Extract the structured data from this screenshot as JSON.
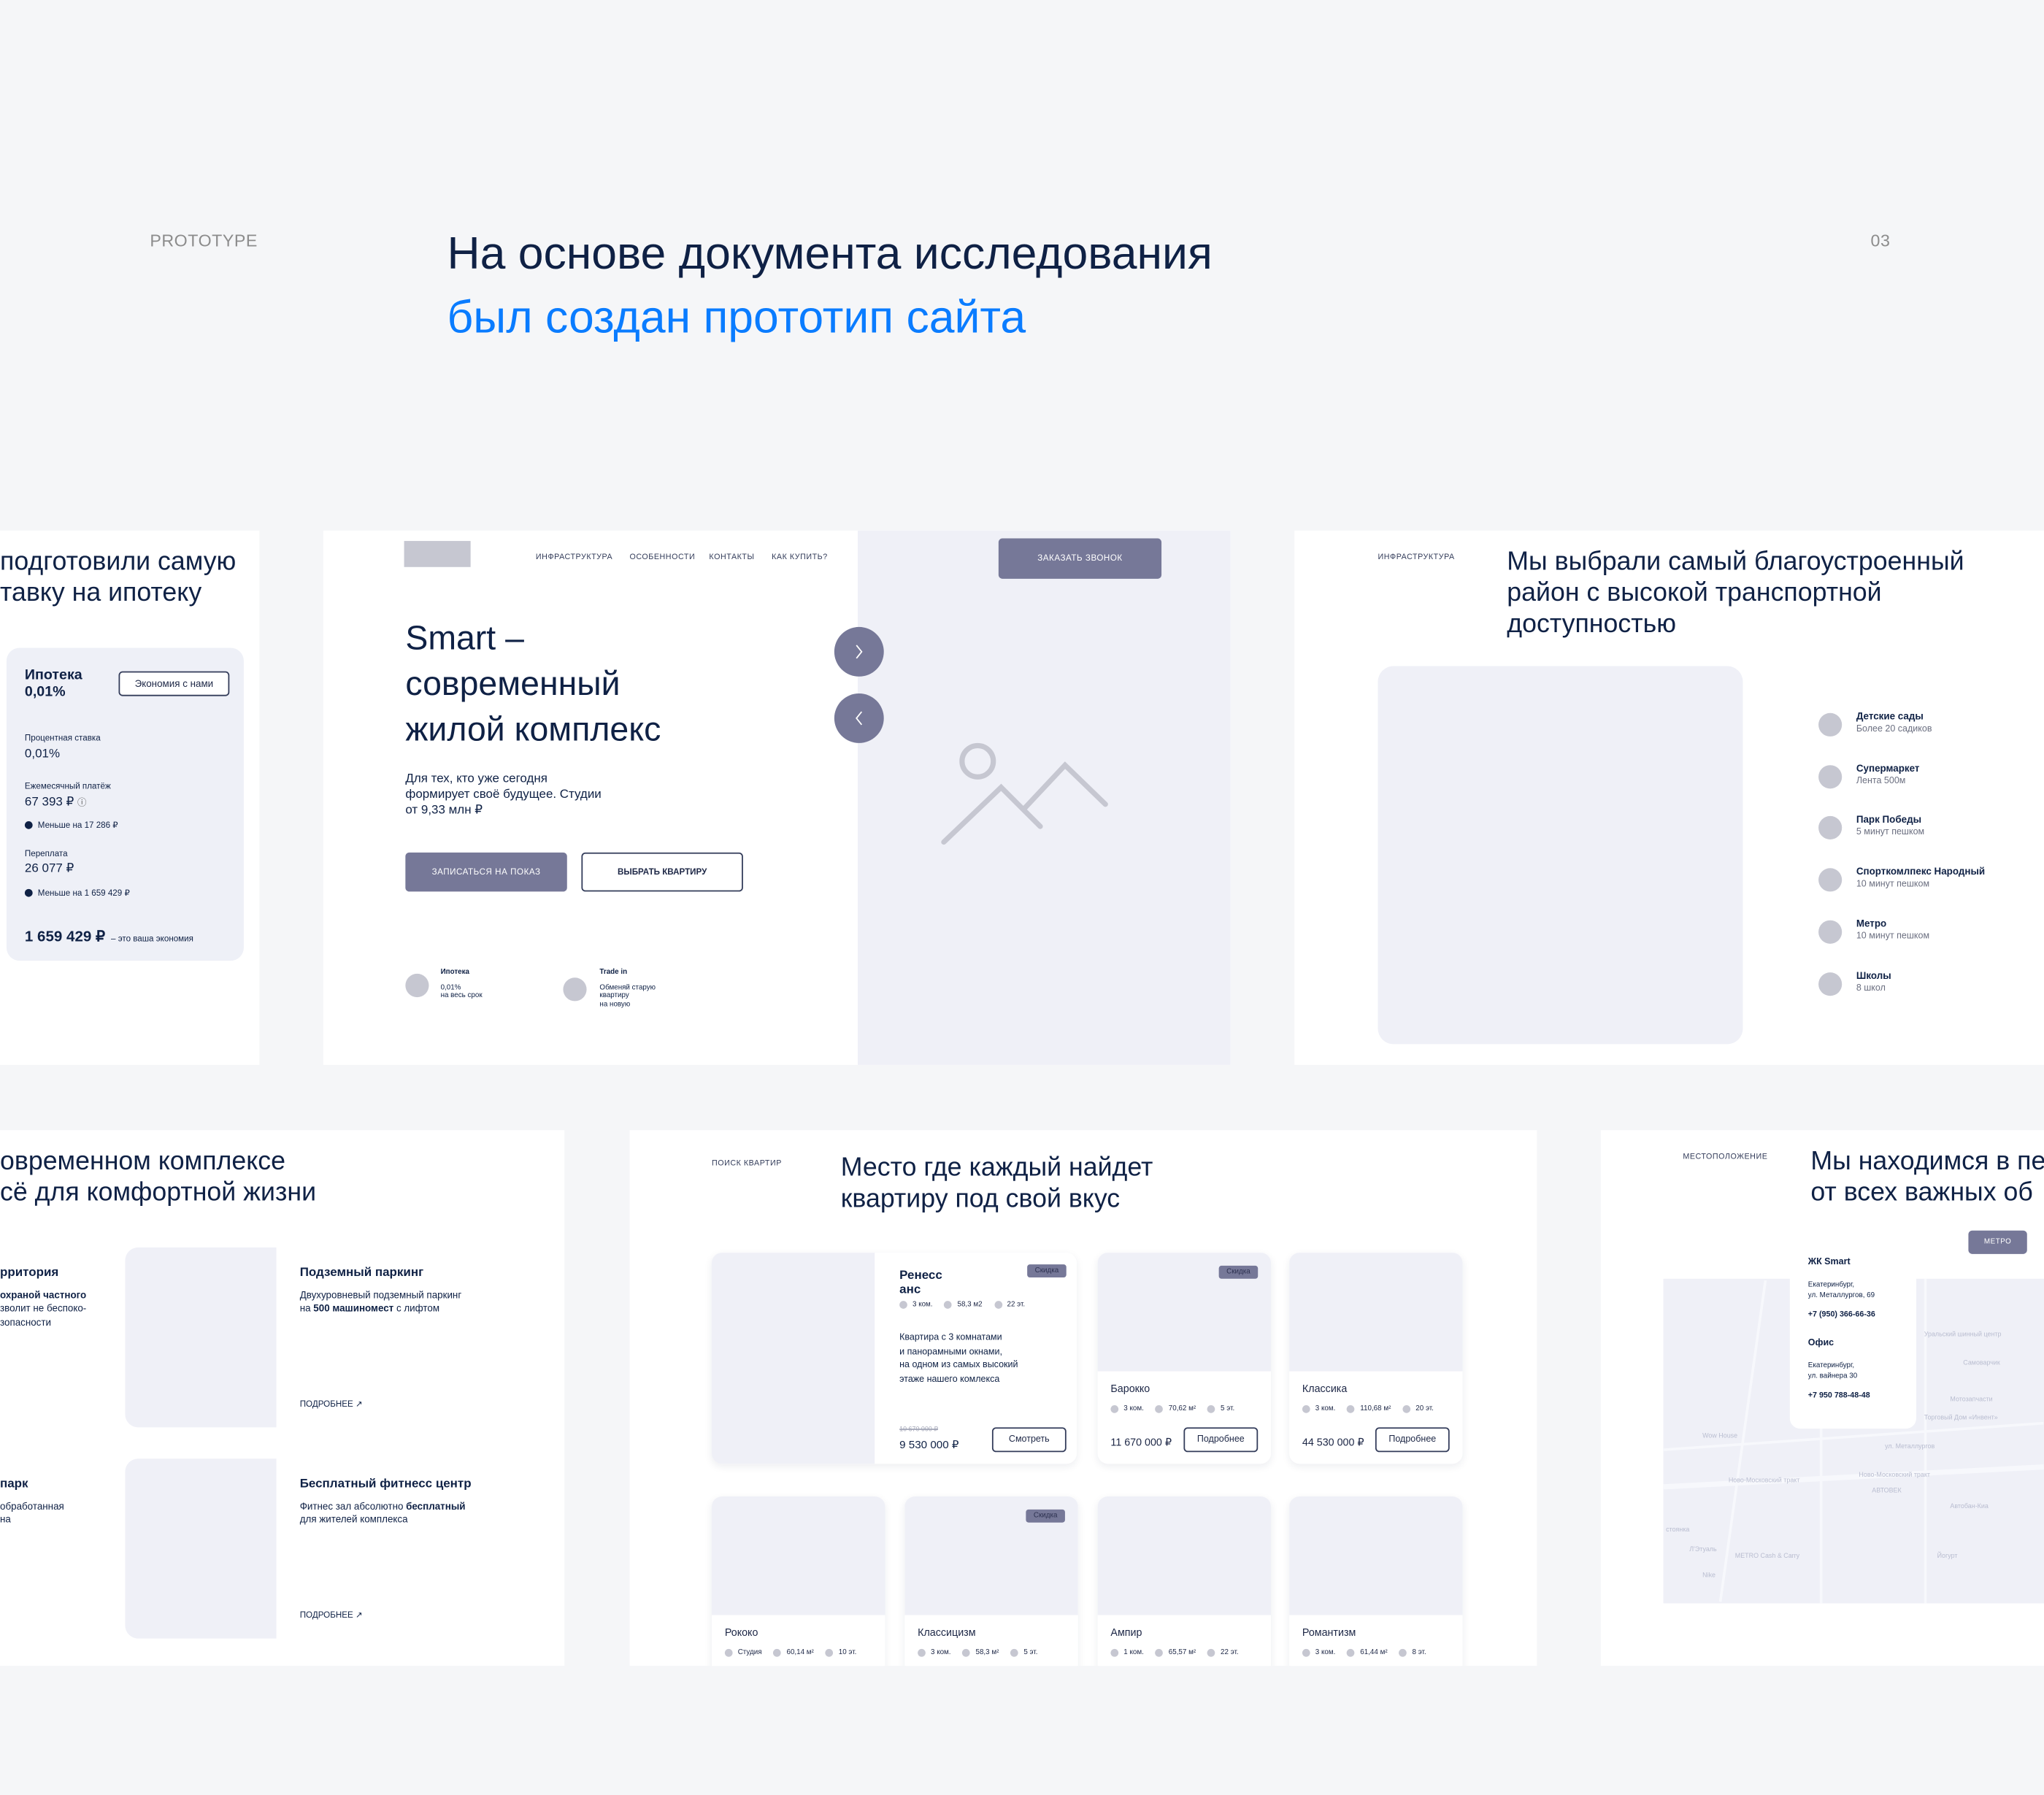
{
  "header": {
    "label": "PROTOTYPE",
    "title_line1": "На основе документа исследования",
    "title_line2": "был создан прототип сайта",
    "page_number": "03"
  },
  "colors": {
    "background": "#f5f6f8",
    "title": "#0f2145",
    "accent_blue": "#0a7cff",
    "button": "#767898",
    "placeholder": "#eff0f7",
    "muted_circle": "#c6c7d1"
  },
  "mortgage_card": {
    "title_lines": [
      "подготовили самую",
      "тавку на ипотеку"
    ],
    "panel": {
      "title": "Ипотека",
      "rate_big": "0,01%",
      "button": "Экономия с нами",
      "rate_label": "Процентная ставка",
      "rate_value": "0,01%",
      "monthly_label": "Ежемесячный платёж",
      "monthly_value": "67 393 ₽",
      "info_icon": "info-icon",
      "monthly_note": "Меньше на 17 286 ₽",
      "overpay_label": "Переплата",
      "overpay_value": "26 077 ₽",
      "overpay_note": "Меньше на 1 659 429 ₽",
      "savings_value": "1 659 429 ₽",
      "savings_label": "– это ваша экономия"
    }
  },
  "hero": {
    "nav": [
      "ИНФРАСТРУКТУРА",
      "ОСОБЕННОСТИ",
      "КОНТАКТЫ",
      "КАК КУПИТЬ?"
    ],
    "call_button": "ЗАКАЗАТЬ ЗВОНОК",
    "heading_lines": [
      "Smart –",
      "современный",
      "жилой комплекс"
    ],
    "subtitle_lines": [
      "Для тех, кто уже сегодня",
      "формирует своё будущее. Студии",
      "от 9,33 млн ₽"
    ],
    "primary_button": "ЗАПИСАТЬСЯ НА ПОКАЗ",
    "secondary_button": "ВЫБРАТЬ КВАРТИРУ",
    "features": [
      {
        "title": "Ипотека",
        "lines": [
          "0,01%",
          "на весь срок"
        ]
      },
      {
        "title": "Trade in",
        "lines": [
          "Обменяй старую",
          "квартиру",
          "на новую"
        ]
      }
    ]
  },
  "infrastructure": {
    "label": "ИНФРАСТРУКТУРА",
    "heading_lines": [
      "Мы выбрали самый благоустроенный",
      "район с высокой транспортной",
      "доступностью"
    ],
    "items": [
      {
        "title": "Детские сады",
        "subtitle": "Более 20 садиков"
      },
      {
        "title": "Супермаркет",
        "subtitle": "Лента 500м"
      },
      {
        "title": "Парк Победы",
        "subtitle": "5 минут пешком"
      },
      {
        "title": "Спорткомлпекс Народный",
        "subtitle": "10 минут пешком"
      },
      {
        "title": "Метро",
        "subtitle": "10 минут пешком"
      },
      {
        "title": "Школы",
        "subtitle": "8 школ"
      }
    ]
  },
  "amenities": {
    "heading_lines": [
      "овременном комплексе",
      "сё для комфортной жизни"
    ],
    "left_items": [
      {
        "title": "рритория",
        "lines": [
          "охраной частного",
          "зволит не беспоко-",
          "зопасности"
        ]
      },
      {
        "title": "парк",
        "lines": [
          "обработанная",
          "на"
        ]
      }
    ],
    "items": [
      {
        "title": "Подземный паркинг",
        "line1": "Двухуровневый подземный паркинг",
        "line2_pre": "на ",
        "line2_bold": "500 машиномест",
        "line2_post": " с лифтом",
        "link": "ПОДРОБНЕЕ"
      },
      {
        "title": "Бесплатный фитнесс центр",
        "line1_pre": "Фитнес зал абсолютно ",
        "line1_bold": "бесплатный",
        "line2": "для жителей комплекса",
        "link": "ПОДРОБНЕЕ"
      }
    ]
  },
  "apartments": {
    "label": "ПОИСК КВАРТИР",
    "heading_lines": [
      "Место где каждый найдет",
      "квартиру под свой вкус"
    ],
    "featured": {
      "title_lines": [
        "Ренесс",
        "анс"
      ],
      "badge": "Скидка",
      "specs": [
        "3 ком.",
        "58,3 м2",
        "22 эт."
      ],
      "description_lines": [
        "Квартира с 3 комнатами",
        "и панорамными окнами,",
        "на одном из самых высокий",
        "этаже нашего комлекса"
      ],
      "old_price": "10 670 000 ₽",
      "price": "9 530 000 ₽",
      "button": "Смотреть"
    },
    "cards": [
      {
        "title": "Барокко",
        "badge": "Скидка",
        "specs": [
          "3 ком.",
          "70,62 м²",
          "5 эт."
        ],
        "price": "11 670 000 ₽",
        "button": "Подробнее"
      },
      {
        "title": "Классика",
        "specs": [
          "3 ком.",
          "110,68 м²",
          "20 эт."
        ],
        "price": "44 530 000 ₽",
        "button": "Подробнее"
      },
      {
        "title": "Рококо",
        "specs": [
          "Студия",
          "60,14 м²",
          "10 эт."
        ]
      },
      {
        "title": "Классицизм",
        "badge": "Скидка",
        "specs": [
          "3 ком.",
          "58,3 м²",
          "5 эт."
        ]
      },
      {
        "title": "Ампир",
        "specs": [
          "1 ком.",
          "65,57 м²",
          "22 эт."
        ]
      },
      {
        "title": "Романтизм",
        "specs": [
          "3 ком.",
          "61,44 м²",
          "8 эт."
        ]
      }
    ]
  },
  "location": {
    "label": "МЕСТОПОЛОЖЕНИЕ",
    "heading_lines": [
      "Мы находимся в пе",
      "от всех важных об"
    ],
    "metro_button": "МЕТРО",
    "info": {
      "title": "ЖК Smart",
      "address_lines": [
        "Екатеринбург,",
        "ул. Металлургов, 69"
      ],
      "phone": "+7 (950) 366-66-36",
      "office_title": "Офис",
      "office_lines": [
        "Екатеринбург,",
        "ул. вайнера 30"
      ],
      "office_phone": "+7 950 788-48-48"
    },
    "map_labels": [
      "Уральский шинный центр",
      "Самоварчик",
      "Мотозапчасти",
      "Торговый Дом «Инвент»",
      "ул. Металлургов",
      "Ново-Московский тракт",
      "Ново-Московский тракт",
      "Wow House",
      "АВТОВЕК",
      "Автобан-Киа",
      "Йогурт",
      "Л'Этуаль",
      "METRO Cash & Carry",
      "Nike",
      "стоянка"
    ]
  }
}
